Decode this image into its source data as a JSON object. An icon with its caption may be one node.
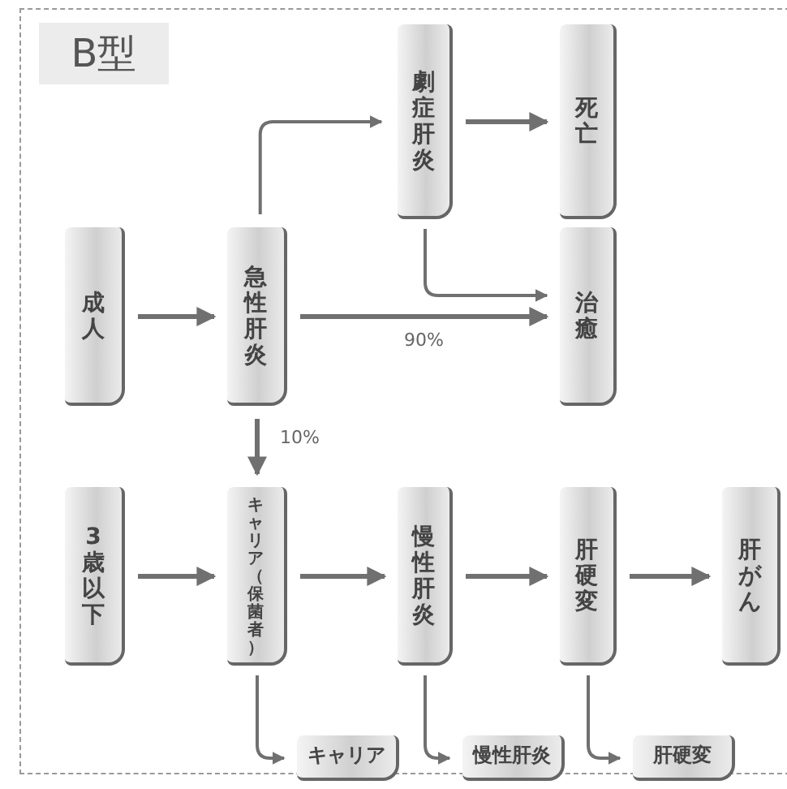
{
  "diagram": {
    "title": "B型",
    "nodes": [
      {
        "text": [
          "劇症肝炎"
        ]
      },
      {
        "text": [
          "死亡"
        ]
      },
      {
        "text": [
          "成人"
        ]
      },
      {
        "text": [
          "急性肝炎"
        ]
      },
      {
        "text": [
          "治癒"
        ]
      },
      {
        "text": [
          "3歳以下"
        ]
      },
      {
        "text": [
          "キャリア（保菌者）"
        ]
      },
      {
        "text": [
          "慢性肝炎"
        ]
      },
      {
        "text": [
          "肝硬変"
        ]
      },
      {
        "text": [
          "肝がん"
        ]
      },
      {
        "text": [
          "キャリア"
        ]
      },
      {
        "text": [
          "慢性肝炎"
        ]
      },
      {
        "text": [
          "肝硬変"
        ]
      }
    ],
    "edges": [
      {
        "from": 3,
        "to": 0,
        "arrow": "to"
      },
      {
        "from": 0,
        "to": 1,
        "arrow": "to"
      },
      {
        "from": 0,
        "to": 4,
        "arrow": "to"
      },
      {
        "from": 2,
        "to": 3,
        "arrow": "to"
      },
      {
        "from": 3,
        "to": 4,
        "arrow": "to",
        "label": "90%"
      },
      {
        "from": 3,
        "to": 6,
        "arrow": "to",
        "label": "10%"
      },
      {
        "from": 5,
        "to": 6,
        "arrow": "to"
      },
      {
        "from": 6,
        "to": 7,
        "arrow": "to"
      },
      {
        "from": 7,
        "to": 8,
        "arrow": "to"
      },
      {
        "from": 8,
        "to": 9,
        "arrow": "to"
      },
      {
        "from": 6,
        "to": 10,
        "arrow": "to"
      },
      {
        "from": 7,
        "to": 11,
        "arrow": "to"
      },
      {
        "from": 8,
        "to": 12,
        "arrow": "to"
      }
    ]
  }
}
